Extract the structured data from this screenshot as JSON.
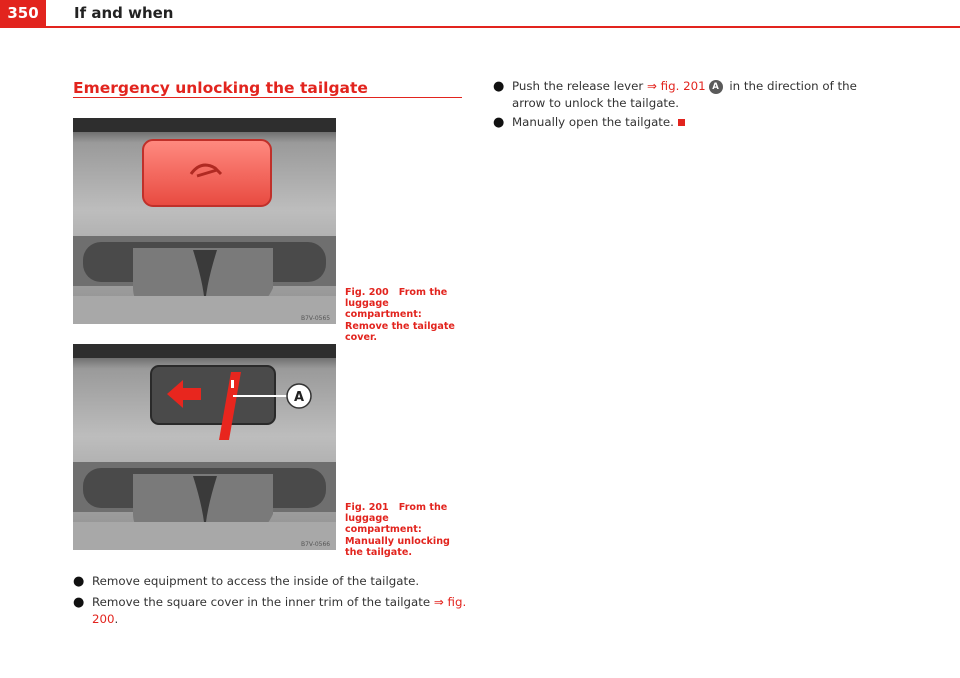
{
  "header": {
    "page_number": "350",
    "title": "If and when"
  },
  "section": {
    "title": "Emergency unlocking the tailgate"
  },
  "figures": [
    {
      "code": "B7V-0565",
      "caption_number": "Fig. 200",
      "caption_text": "From the luggage compartment: Remove the tailgate cover."
    },
    {
      "code": "B7V-0566",
      "caption_number": "Fig. 201",
      "caption_text": "From the luggage compartment: Manually unlocking the tailgate.",
      "callout": "A"
    }
  ],
  "left_bullets": [
    {
      "text": "Remove equipment to access the inside of the tailgate."
    },
    {
      "text_before": "Remove the square cover in the inner trim of the tailgate ",
      "ref": "⇒ fig. 200",
      "text_after": "."
    }
  ],
  "right_bullets": [
    {
      "text_before": "Push the release lever ",
      "ref": "⇒ fig. 201",
      "badge": "A",
      "text_after": " in the direction of the arrow to unlock the tailgate."
    },
    {
      "text": "Manually open the tailgate."
    }
  ],
  "colors": {
    "accent": "#e2241e",
    "text": "#333333",
    "badge": "#5a5a5a"
  }
}
